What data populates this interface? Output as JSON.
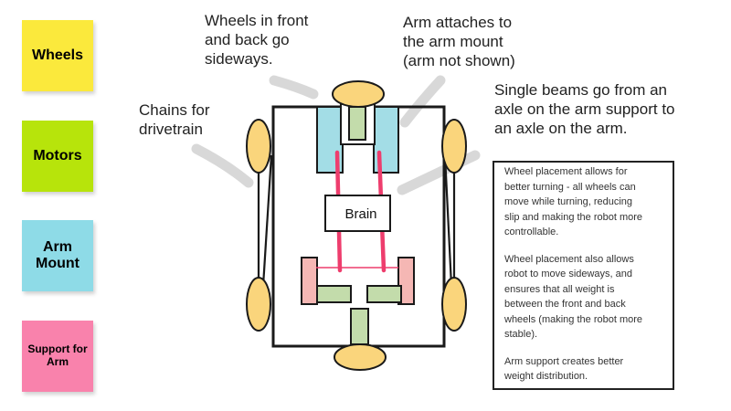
{
  "colors": {
    "wheels": "#fbe93c",
    "motors": "#b7e40b",
    "arm_mount": "#8edbe7",
    "support": "#f982ac",
    "wheel_fill": "#fad57c",
    "motor_fill": "#c3dcab",
    "arm_mount_fill": "#a3dde6",
    "support_fill": "#f5b7b4",
    "chain": "#ee3d6d",
    "pointer": "#d8d8d8",
    "outline": "#1a1a1a"
  },
  "legend": {
    "wheels": "Wheels",
    "motors": "Motors",
    "arm_mount": "Arm Mount",
    "support": "Support for Arm"
  },
  "notes": {
    "wheels_sideways": "Wheels in front\nand back go\nsideways.",
    "arm_attaches": "Arm attaches to\nthe arm mount\n(arm not shown)",
    "chains": "Chains for\ndrivetrain",
    "single_beams": "Single beams go from an\naxle on the arm support to\nan axle on the arm."
  },
  "robot": {
    "brain_label": "Brain"
  },
  "textbox": {
    "paragraphs": [
      "Wheel placement allows for\nbetter turning - all wheels can\nmove while turning, reducing\nslip and making the robot more\ncontrollable.",
      "Wheel placement also allows\nrobot to move sideways, and\nensures that all weight is\nbetween the front and back\nwheels (making the robot more\nstable).",
      "Arm support creates better\nweight distribution."
    ]
  }
}
